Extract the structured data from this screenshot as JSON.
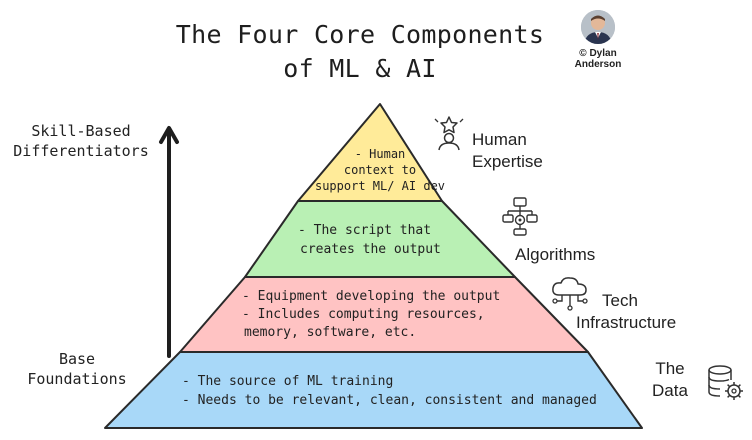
{
  "title": {
    "line1": "The Four Core Components",
    "line2": "of ML & AI"
  },
  "credit": {
    "line1": "© Dylan",
    "line2": "Anderson"
  },
  "axis": {
    "top_label": [
      "Skill-Based",
      "Differentiators"
    ],
    "bottom_label": [
      "Base",
      "Foundations"
    ]
  },
  "tiers": [
    {
      "name_lines": [
        "Human",
        "Expertise"
      ],
      "icon": "human-expertise-icon",
      "color": "#ffeb99",
      "text_lines": [
        "- Human",
        "context to",
        "support ML/ AI dev"
      ]
    },
    {
      "name_lines": [
        "Algorithms"
      ],
      "icon": "algorithm-flowchart-icon",
      "color": "#b9f0b4",
      "text_lines": [
        "- The script that",
        "creates the output"
      ]
    },
    {
      "name_lines": [
        "Tech",
        "Infrastructure"
      ],
      "icon": "cloud-network-icon",
      "color": "#ffc3c3",
      "text_lines": [
        "- Equipment developing the output",
        "- Includes computing resources,",
        "memory, software, etc."
      ]
    },
    {
      "name_lines": [
        "The",
        "Data"
      ],
      "icon": "database-gear-icon",
      "color": "#a8d8f8",
      "text_lines": [
        "- The source of ML training",
        "- Needs to be relevant, clean, consistent and managed"
      ]
    }
  ]
}
